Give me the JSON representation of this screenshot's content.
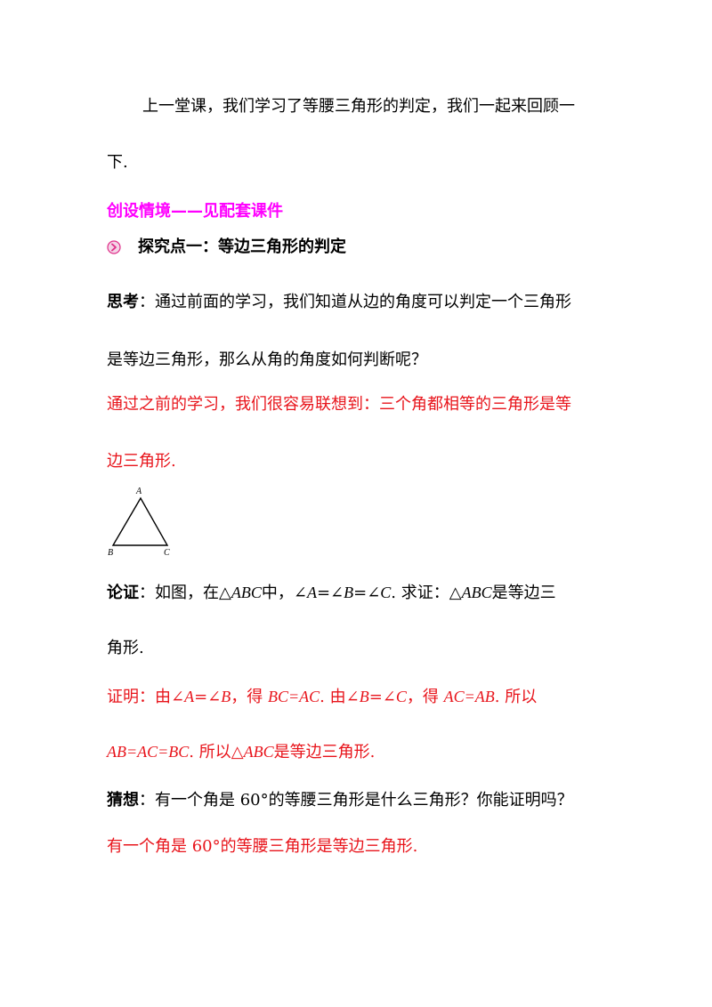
{
  "intro": {
    "line1": "上一堂课，我们学习了等腰三角形的判定，我们一起来回顾一",
    "line2": "下."
  },
  "scenario": {
    "title": "创设情境——见配套课件"
  },
  "section1": {
    "bullet_icon": "chevron-circle-icon",
    "heading": "探究点一：等边三角形的判定"
  },
  "think": {
    "label": "思考",
    "colon": "：",
    "line1_text": "通过前面的学习，我们知道从边的角度可以判定一个三角形",
    "line2": "是等边三角形，那么从角的角度如何判断呢？"
  },
  "answer1": {
    "line1": "通过之前的学习，我们很容易联想到：三个角都相等的三角形是等",
    "line2": "边三角形."
  },
  "figure": {
    "vertex_a": "A",
    "vertex_b": "B",
    "vertex_c": "C"
  },
  "proof_task": {
    "label": "论证",
    "colon": "：",
    "t1": "如图，在△",
    "abc1": "ABC",
    "t2": "中，∠",
    "a1": "A",
    "t3": "=∠",
    "b1": "B",
    "t4": "=∠",
    "c1": "C",
    "t5": ". 求证：△",
    "abc2": "ABC",
    "t6": "是等边三",
    "line2": "角形."
  },
  "proof": {
    "p1": "证明：由∠",
    "a": "A",
    "p2": "=∠",
    "b": "B",
    "p3": "，得 ",
    "bc_ac": "BC=AC",
    "p4": ". 由∠",
    "b2": "B",
    "p5": "=∠",
    "c": "C",
    "p6": "，得 ",
    "ac_ab": "AC=AB",
    "p7": ". 所以",
    "l2_eq": "AB=AC=BC",
    "l2_t1": ". 所以△",
    "l2_abc": "ABC",
    "l2_t2": "是等边三角形."
  },
  "guess": {
    "label": "猜想",
    "colon": "：",
    "text": "有一个角是 60°的等腰三角形是什么三角形？你能证明吗？",
    "answer": "有一个角是 60°的等腰三角形是等边三角形."
  },
  "colors": {
    "red": "#e8141b",
    "magenta": "#ff00ff",
    "bullet": "#e0308a"
  }
}
